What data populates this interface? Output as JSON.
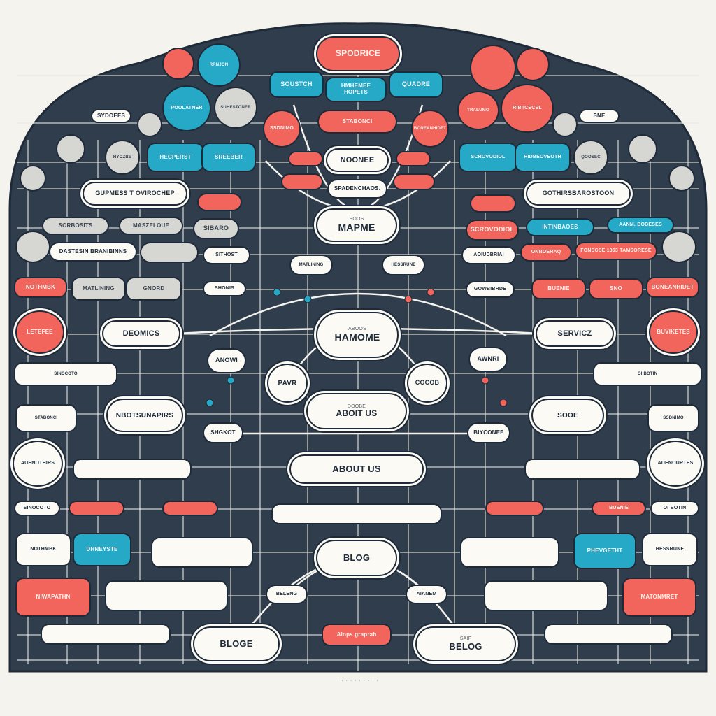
{
  "colors": {
    "background": "#f4f3ee",
    "panel": "#2f3d4d",
    "line": "#1e2a38",
    "node_white": "#fbfaf5",
    "accent_red": "#f2655c",
    "accent_blue": "#26a9c6",
    "neutral_gray": "#d6d6d3"
  },
  "nodes": {
    "spodrice": "SPODRICE",
    "sousteh": "SOUSTCH",
    "heme_hoperts": "HMHEMEE HOPETS",
    "quadre": "QUADRE",
    "noonee": "NOONEE",
    "spadenchaos": "SPADENCHAOS.",
    "mapme": "MAPME",
    "mapme_sub": "SOOS",
    "hamome": "HAMOME",
    "hamome_sub": "ABOOS",
    "deomics": "DEOMICS",
    "servicz": "SERVICZ",
    "anowi": "ANOWI",
    "awnri": "AWNRI",
    "pavr": "PAVR",
    "cocob": "COCOB",
    "about_us_top": "ABOIT US",
    "about_us": "ABOUT US",
    "about_us_sub": "DOOBE",
    "nbotsunapirs": "NBOTSUNAPIRS",
    "shgkot": "SHGKOT",
    "soide": "SOOE",
    "biycenee": "BIYCONEE",
    "blog": "BLOG",
    "bloge": "BLOGE",
    "belog": "BELOG",
    "belog_sub": "SAIF",
    "beleng": "BELENG",
    "aianem": "AIANEM",
    "alopsgrepph": "Alops graprah",
    "gupmess": "GUPMESS T OVIROCHEP",
    "gothirsbarostoon": "GOTHIRSBAROSTOON",
    "dastesin": "DASTESIN BRANIBINNS",
    "sorbosits": "SORBOSITS",
    "maszeloue": "MASZELOUE",
    "sibaro": "SIBARO",
    "hessrune": "HESSRUNE",
    "letefee": "LETEFEE",
    "buviketes": "BUVIKETES",
    "auenothirs": "AUENOTHIRS",
    "adenourtes": "ADENOURTES",
    "sinocoto": "SINOCOTO",
    "oi_botin": "OI BOTIN",
    "newapathn": "NIWAPATHN",
    "matonmret": "MATONMRET",
    "dhneyste": "DHNEYSTE",
    "phevgetht": "PHEVGETHT",
    "sreeber": "SREEBER",
    "hecperst": "HECPERST",
    "poolatner": "POOLATNER",
    "sijhestoner": "SUHESTONER",
    "sithost": "SITHOST",
    "hidbeoveoth": "HIDBEOVEOTH",
    "scrovodiol": "SCROVODIOL",
    "intinbaoes": "INTINBAOES",
    "aanm_boreses": "AANM. BOBESES",
    "fonscse": "FONSCSE 1363 TAMSORESE",
    "aoiudbriai": "AOIUDBRIAI",
    "obnioehaq": "ONNOEHAQ",
    "sydoees": "SYDOEES",
    "giorsd": "GNORD",
    "shonis": "SHONIS",
    "qoosec": "QOOSEC",
    "ssdnimo": "SSDNIMO",
    "stabonci": "STABONCI",
    "matlining": "MATLINING",
    "nothmbk": "NOTHMBK",
    "boneanhidet": "BONEANHIDET",
    "rebiicecsl": "RIBIICECSL",
    "traeumo": "TRAEUMO",
    "buenie": "BUENIE",
    "sno": "SNO",
    "sne": "SNE",
    "gowbibrde": "GOWBIBRDE",
    "rrnjon": "RRNJON",
    "hyozbe": "HYOZBE"
  },
  "footer_caption": "· · · · · · · · · ·"
}
